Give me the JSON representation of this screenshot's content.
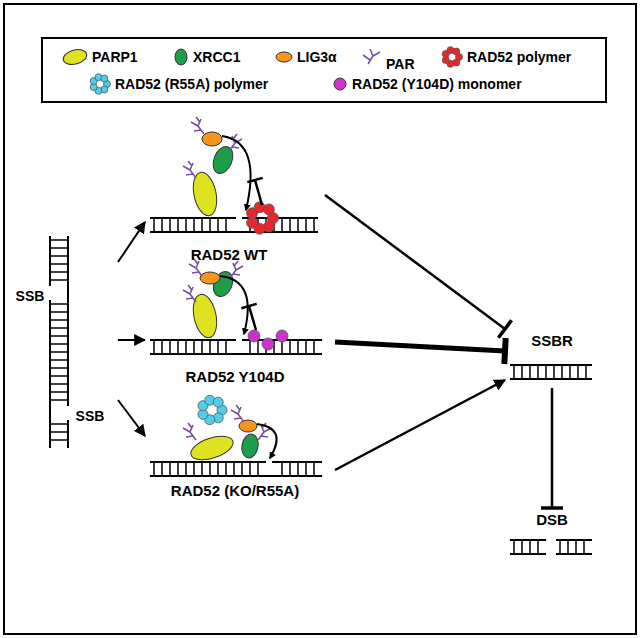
{
  "diagram": {
    "nodes": [
      {
        "text": [
          "SSB",
          "SSB"
        ]
      },
      {
        "text": [
          "RAD52 WT"
        ]
      },
      {
        "text": [
          "RAD52 Y104D"
        ]
      },
      {
        "text": [
          "RAD52 (KO/R55A)"
        ]
      },
      {
        "text": [
          "SSBR"
        ]
      },
      {
        "text": [
          "DSB"
        ]
      }
    ],
    "edges": [
      {
        "from": 0,
        "to": 1,
        "arrow": "to"
      },
      {
        "from": 0,
        "to": 2,
        "arrow": "to"
      },
      {
        "from": 0,
        "to": 3,
        "arrow": "to"
      },
      {
        "from": 1,
        "to": 4,
        "arrow": "to"
      },
      {
        "from": 2,
        "to": 4,
        "arrow": "to"
      },
      {
        "from": 3,
        "to": 4,
        "arrow": "to"
      },
      {
        "from": 4,
        "to": 5,
        "arrow": "to"
      }
    ],
    "legend": [
      {
        "text": "PARP1",
        "color": "#dfe21f"
      },
      {
        "text": "XRCC1",
        "color": "#1e9e4a"
      },
      {
        "text": "LIG3α",
        "color": "#f7941d"
      },
      {
        "text": "PAR"
      },
      {
        "text": "RAD52 polymer"
      },
      {
        "text": "RAD52 (R55A) polymer"
      },
      {
        "text": "RAD52 (Y104D) monomer",
        "color": "#cc33cc"
      }
    ]
  }
}
